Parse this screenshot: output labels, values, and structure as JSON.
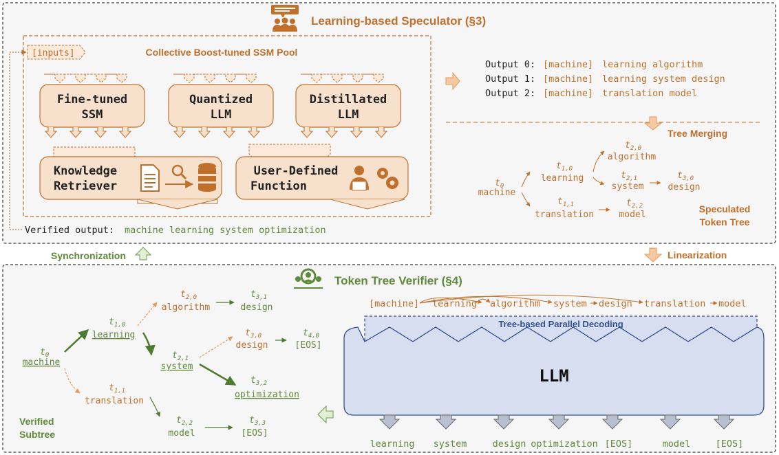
{
  "colors": {
    "orange": "#c0702b",
    "orange_fill": "#f7e1cc",
    "orange_light": "#f3c9a3",
    "green": "#5e8a3a",
    "green_dark": "#4c7a2e",
    "blue": "#34508f",
    "blue_fill": "#d6deef",
    "panel_bg": "#f6f6f6"
  },
  "speculator": {
    "title": "Learning-based Speculator (§3)",
    "icon": "team-icon",
    "pool": {
      "title": "Collective Boost-tuned SSM Pool",
      "inputs_label": "[inputs]",
      "models": [
        {
          "line1": "Fine-tuned",
          "line2": "SSM"
        },
        {
          "line1": "Quantized",
          "line2": "LLM"
        },
        {
          "line1": "Distillated",
          "line2": "LLM"
        }
      ],
      "knowledge": {
        "line1": "Knowledge",
        "line2": "Retriever",
        "icons": [
          "document-icon",
          "magnifier-icon",
          "database-icon"
        ]
      },
      "udf": {
        "line1": "User-Defined",
        "line2": "Function",
        "icons": [
          "developer-icon",
          "gears-icon"
        ]
      }
    },
    "verified_output": {
      "label": "Verified output:",
      "value": "machine learning system optimization"
    },
    "outputs": [
      {
        "label": "Output 0:",
        "prefix": "[machine]",
        "text": "learning algorithm"
      },
      {
        "label": "Output 1:",
        "prefix": "[machine]",
        "text": "learning system design"
      },
      {
        "label": "Output 2:",
        "prefix": "[machine]",
        "text": "translation model"
      }
    ],
    "tree_merging": "Tree Merging",
    "speculated_tree_label": {
      "line1": "Speculated",
      "line2": "Token Tree"
    },
    "tree_nodes": {
      "t0": {
        "sym": "t",
        "sub": "0",
        "word": "machine"
      },
      "t10": {
        "sym": "t",
        "sub": "1,0",
        "word": "learning"
      },
      "t11": {
        "sym": "t",
        "sub": "1,1",
        "word": "translation"
      },
      "t20": {
        "sym": "t",
        "sub": "2,0",
        "word": "algorithm"
      },
      "t21": {
        "sym": "t",
        "sub": "2,1",
        "word": "system"
      },
      "t22": {
        "sym": "t",
        "sub": "2,2",
        "word": "model"
      },
      "t30": {
        "sym": "t",
        "sub": "3,0",
        "word": "design"
      }
    }
  },
  "synchronization": "Synchronization",
  "linearization": "Linearization",
  "verifier": {
    "title": "Token Tree Verifier (§4)",
    "icon": "verifier-icon",
    "sequence": [
      "[machine]",
      "learning",
      "algorithm",
      "system",
      "design",
      "translation",
      "model"
    ],
    "parallel_label": "Tree-based Parallel Decoding",
    "llm_label": "LLM",
    "outputs": [
      "learning",
      "system",
      "design",
      "optimization",
      "[EOS]",
      "model",
      "[EOS]"
    ],
    "verified_subtree_label": {
      "line1": "Verified",
      "line2": "Subtree"
    },
    "tree_nodes": {
      "t0": {
        "sym": "t",
        "sub": "0",
        "word": "machine"
      },
      "t10": {
        "sym": "t",
        "sub": "1,0",
        "word": "learning"
      },
      "t11": {
        "sym": "t",
        "sub": "1,1",
        "word": "translation"
      },
      "t20": {
        "sym": "t",
        "sub": "2,0",
        "word": "algorithm"
      },
      "t21": {
        "sym": "t",
        "sub": "2,1",
        "word": "system"
      },
      "t22": {
        "sym": "t",
        "sub": "2,2",
        "word": "model"
      },
      "t30": {
        "sym": "t",
        "sub": "3,0",
        "word": "design"
      },
      "t31": {
        "sym": "t",
        "sub": "3,1",
        "word": "design"
      },
      "t32": {
        "sym": "t",
        "sub": "3,2",
        "word": "optimization"
      },
      "t33": {
        "sym": "t",
        "sub": "3,3",
        "word": "[EOS]"
      },
      "t40": {
        "sym": "t",
        "sub": "4,0",
        "word": "[EOS]"
      }
    }
  }
}
